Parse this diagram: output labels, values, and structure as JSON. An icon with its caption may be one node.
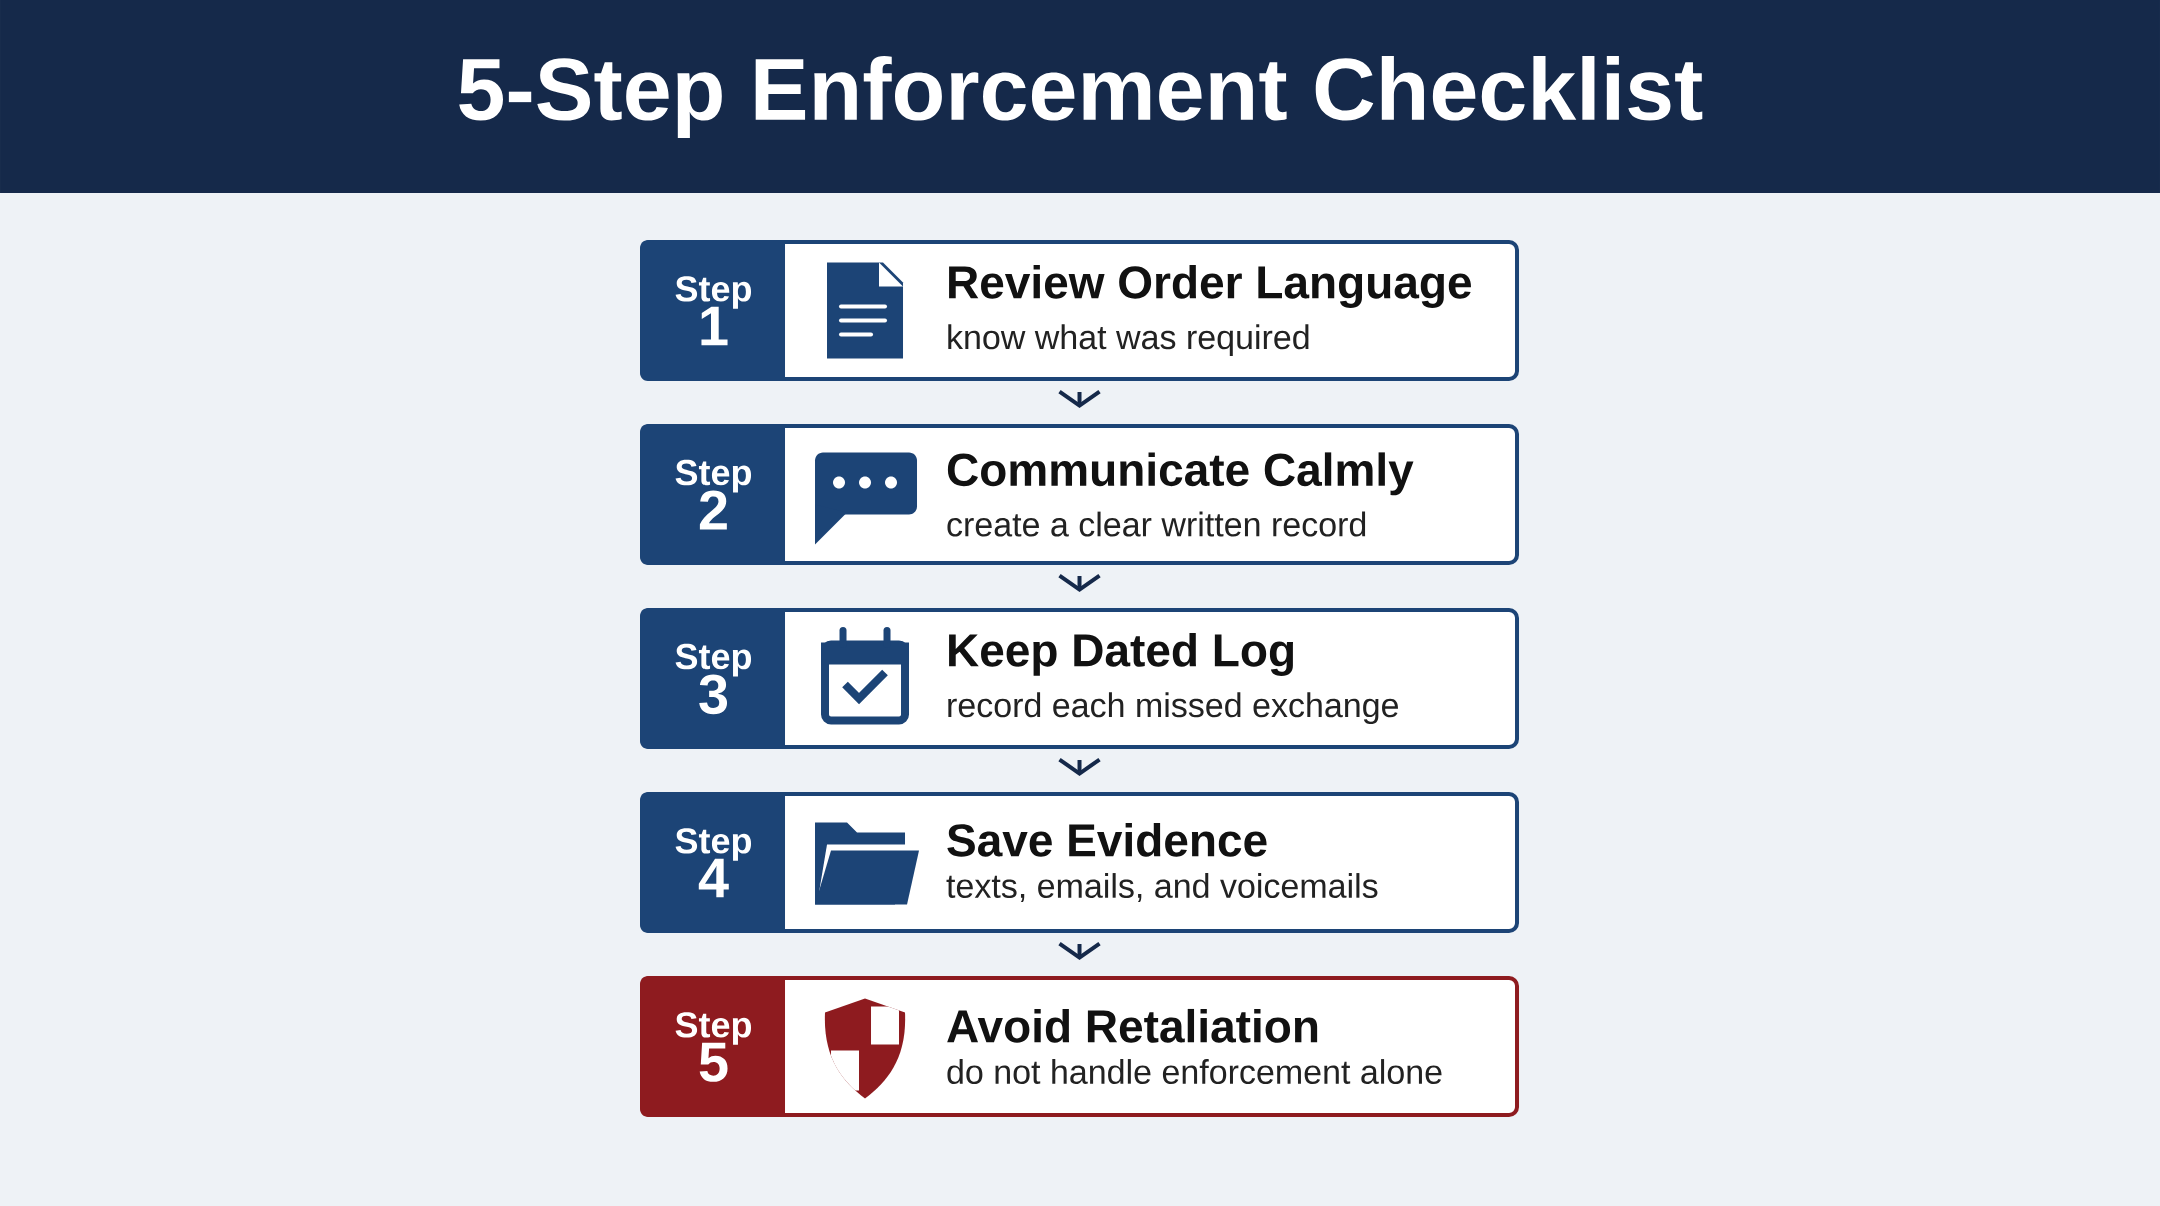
{
  "diagram": {
    "title": "5-Step Enforcement Checklist",
    "nodes": [
      {
        "text": [
          "Review Order Language",
          "know what was required"
        ]
      },
      {
        "text": [
          "Step",
          "1"
        ],
        "in": 0
      },
      {
        "text": [
          "Communicate Calmly",
          "create a clear written record"
        ]
      },
      {
        "text": [
          "Step",
          "2"
        ],
        "in": 2
      },
      {
        "text": [
          "Keep Dated Log",
          "record each missed exchange"
        ]
      },
      {
        "text": [
          "Step",
          "3"
        ],
        "in": 4
      },
      {
        "text": [
          "Save Evidence",
          "texts, emails, and voicemails"
        ]
      },
      {
        "text": [
          "Step",
          "4"
        ],
        "in": 6
      },
      {
        "text": [
          "Avoid Retaliation",
          "do not handle enforcement alone"
        ]
      },
      {
        "text": [
          "Step",
          "5"
        ],
        "in": 8
      }
    ],
    "edges": [
      {
        "from": 0,
        "to": 2,
        "arrow": "to"
      },
      {
        "from": 2,
        "to": 4,
        "arrow": "to"
      },
      {
        "from": 4,
        "to": 6,
        "arrow": "to"
      },
      {
        "from": 6,
        "to": 8,
        "arrow": "to"
      }
    ]
  }
}
